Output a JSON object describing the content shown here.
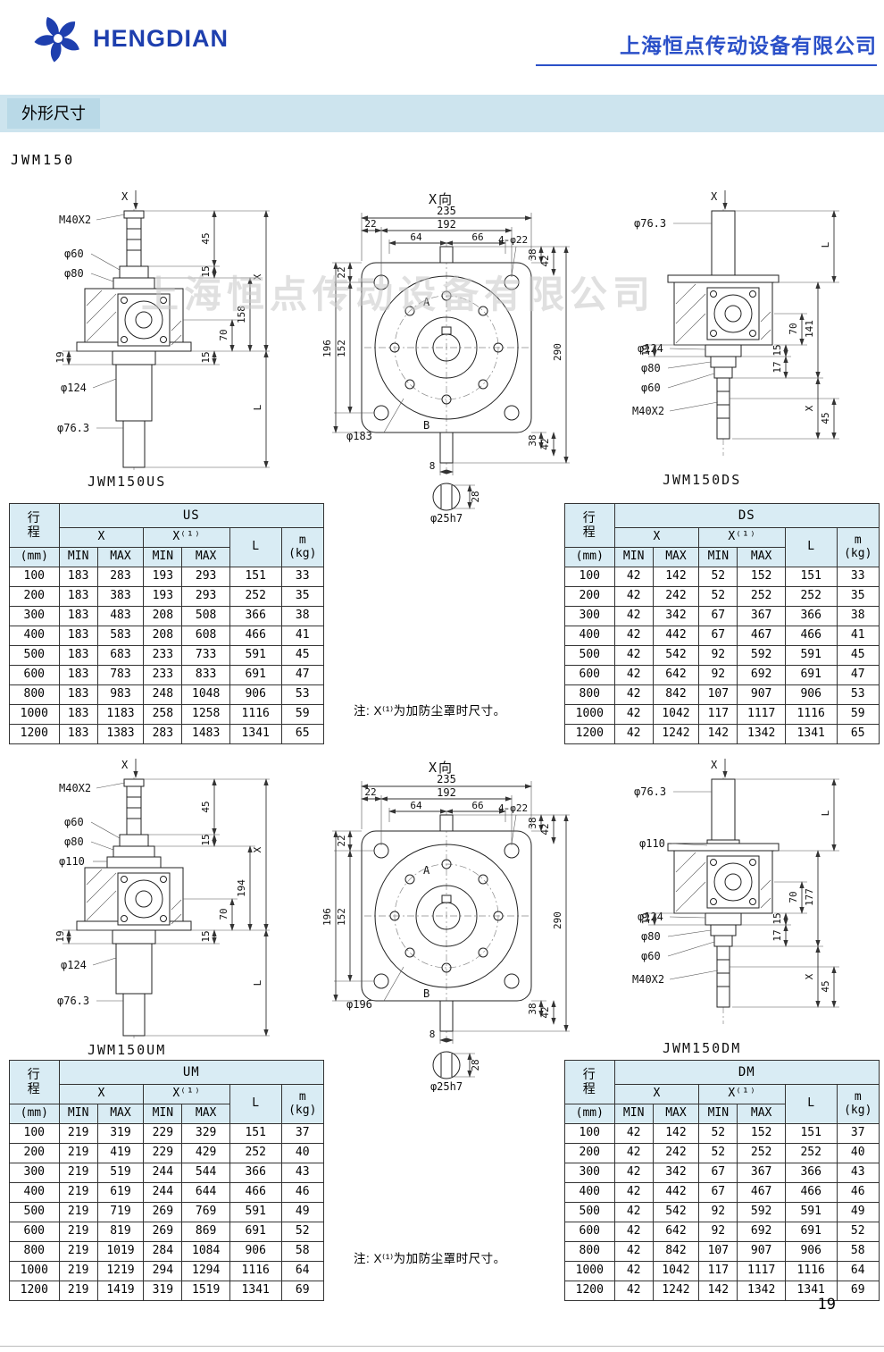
{
  "header": {
    "brand": "HENGDIAN",
    "company": "上海恒点传动设备有限公司"
  },
  "section_title": "外形尺寸",
  "model": "JWM150",
  "watermark": "上海恒点传动设备有限公司",
  "note": "注: X⁽¹⁾为加防尘罩时尺寸。",
  "page_number": "19",
  "table_header": {
    "stroke": "行\n程",
    "stroke_unit": "(mm)",
    "x": "X",
    "x1": "X⁽¹⁾",
    "min": "MIN",
    "max": "MAX",
    "l": "L",
    "m": "m\n(kg)"
  },
  "tables": {
    "us": {
      "title": "US",
      "rows": [
        [
          "100",
          "183",
          "283",
          "193",
          "293",
          "151",
          "33"
        ],
        [
          "200",
          "183",
          "383",
          "193",
          "293",
          "252",
          "35"
        ],
        [
          "300",
          "183",
          "483",
          "208",
          "508",
          "366",
          "38"
        ],
        [
          "400",
          "183",
          "583",
          "208",
          "608",
          "466",
          "41"
        ],
        [
          "500",
          "183",
          "683",
          "233",
          "733",
          "591",
          "45"
        ],
        [
          "600",
          "183",
          "783",
          "233",
          "833",
          "691",
          "47"
        ],
        [
          "800",
          "183",
          "983",
          "248",
          "1048",
          "906",
          "53"
        ],
        [
          "1000",
          "183",
          "1183",
          "258",
          "1258",
          "1116",
          "59"
        ],
        [
          "1200",
          "183",
          "1383",
          "283",
          "1483",
          "1341",
          "65"
        ]
      ]
    },
    "ds": {
      "title": "DS",
      "rows": [
        [
          "100",
          "42",
          "142",
          "52",
          "152",
          "151",
          "33"
        ],
        [
          "200",
          "42",
          "242",
          "52",
          "252",
          "252",
          "35"
        ],
        [
          "300",
          "42",
          "342",
          "67",
          "367",
          "366",
          "38"
        ],
        [
          "400",
          "42",
          "442",
          "67",
          "467",
          "466",
          "41"
        ],
        [
          "500",
          "42",
          "542",
          "92",
          "592",
          "591",
          "45"
        ],
        [
          "600",
          "42",
          "642",
          "92",
          "692",
          "691",
          "47"
        ],
        [
          "800",
          "42",
          "842",
          "107",
          "907",
          "906",
          "53"
        ],
        [
          "1000",
          "42",
          "1042",
          "117",
          "1117",
          "1116",
          "59"
        ],
        [
          "1200",
          "42",
          "1242",
          "142",
          "1342",
          "1341",
          "65"
        ]
      ]
    },
    "um": {
      "title": "UM",
      "rows": [
        [
          "100",
          "219",
          "319",
          "229",
          "329",
          "151",
          "37"
        ],
        [
          "200",
          "219",
          "419",
          "229",
          "429",
          "252",
          "40"
        ],
        [
          "300",
          "219",
          "519",
          "244",
          "544",
          "366",
          "43"
        ],
        [
          "400",
          "219",
          "619",
          "244",
          "644",
          "466",
          "46"
        ],
        [
          "500",
          "219",
          "719",
          "269",
          "769",
          "591",
          "49"
        ],
        [
          "600",
          "219",
          "819",
          "269",
          "869",
          "691",
          "52"
        ],
        [
          "800",
          "219",
          "1019",
          "284",
          "1084",
          "906",
          "58"
        ],
        [
          "1000",
          "219",
          "1219",
          "294",
          "1294",
          "1116",
          "64"
        ],
        [
          "1200",
          "219",
          "1419",
          "319",
          "1519",
          "1341",
          "69"
        ]
      ]
    },
    "dm": {
      "title": "DM",
      "rows": [
        [
          "100",
          "42",
          "142",
          "52",
          "152",
          "151",
          "37"
        ],
        [
          "200",
          "42",
          "242",
          "52",
          "252",
          "252",
          "40"
        ],
        [
          "300",
          "42",
          "342",
          "67",
          "367",
          "366",
          "43"
        ],
        [
          "400",
          "42",
          "442",
          "67",
          "467",
          "466",
          "46"
        ],
        [
          "500",
          "42",
          "542",
          "92",
          "592",
          "591",
          "49"
        ],
        [
          "600",
          "42",
          "642",
          "92",
          "692",
          "691",
          "52"
        ],
        [
          "800",
          "42",
          "842",
          "107",
          "907",
          "906",
          "58"
        ],
        [
          "1000",
          "42",
          "1042",
          "117",
          "1117",
          "1116",
          "64"
        ],
        [
          "1200",
          "42",
          "1242",
          "142",
          "1342",
          "1341",
          "69"
        ]
      ]
    }
  },
  "drawings": {
    "us": {
      "caption": "JWM150US",
      "axis": "X",
      "thread": "M40X2",
      "d60": "φ60",
      "d80": "φ80",
      "d124": "φ124",
      "d76": "φ76.3",
      "dims": {
        "a": "45",
        "b": "15",
        "x": "X",
        "h": "158",
        "c": "70",
        "d": "15",
        "l": "L",
        "e": "19"
      }
    },
    "um": {
      "caption": "JWM150UM",
      "axis": "X",
      "thread": "M40X2",
      "d60": "φ60",
      "d80": "φ80",
      "d110": "φ110",
      "d124": "φ124",
      "d76": "φ76.3",
      "dims": {
        "a": "45",
        "b": "15",
        "x": "X",
        "h": "194",
        "c": "70",
        "d": "15",
        "l": "L",
        "e": "19"
      }
    },
    "ds": {
      "caption": "JWM150DS",
      "axis": "X",
      "thread": "M40X2",
      "d76": "φ76.3",
      "d124": "φ124",
      "d80": "φ80",
      "d60": "φ60",
      "dims": {
        "l": "L",
        "h": "141",
        "c": "70",
        "f": "17",
        "b": "15",
        "x": "X",
        "a": "45",
        "e": "19"
      }
    },
    "dm": {
      "caption": "JWM150DM",
      "axis": "X",
      "thread": "M40X2",
      "d76": "φ76.3",
      "d110": "φ110",
      "d124": "φ124",
      "d80": "φ80",
      "d60": "φ60",
      "dims": {
        "l": "L",
        "h": "177",
        "c": "70",
        "f": "17",
        "b": "15",
        "x": "X",
        "a": "45",
        "e": "19"
      }
    },
    "view1": {
      "caption": "X向",
      "w": "235",
      "w1": "192",
      "w2": "22",
      "w3": "64",
      "w4": "66",
      "holes": "4-φ22",
      "a": "A",
      "b": "B",
      "l1": "22",
      "l2": "196",
      "l3": "152",
      "r1": "38",
      "r2": "42",
      "r3": "290",
      "r4": "38",
      "r5": "42",
      "bore": "φ183",
      "s1": "8",
      "s2": "28",
      "s3": "φ25h7"
    },
    "view2": {
      "caption": "X向",
      "w": "235",
      "w1": "192",
      "w2": "22",
      "w3": "64",
      "w4": "66",
      "holes": "4-φ22",
      "a": "A",
      "b": "B",
      "l1": "22",
      "l2": "196",
      "l3": "152",
      "r1": "38",
      "r2": "42",
      "r3": "290",
      "r4": "38",
      "r5": "42",
      "bore": "φ196",
      "s1": "8",
      "s2": "28",
      "s3": "φ25h7"
    }
  }
}
